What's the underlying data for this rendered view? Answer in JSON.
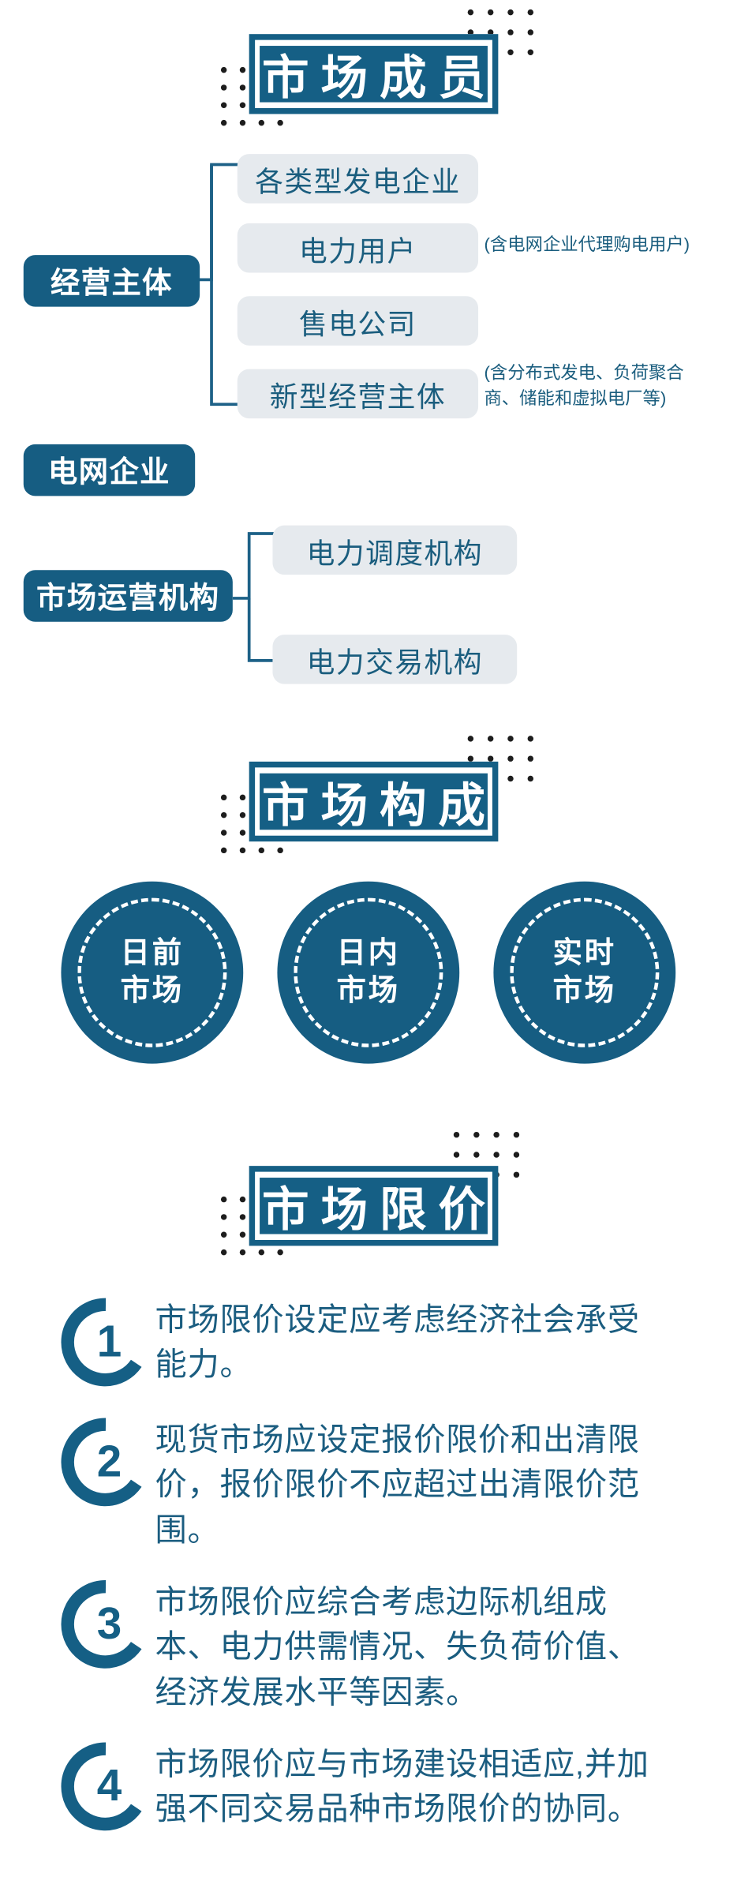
{
  "sections": [
    {
      "title": "市场成员"
    },
    {
      "title": "市场构成"
    },
    {
      "title": "市场限价"
    }
  ],
  "members": {
    "groups": [
      {
        "label": "经营主体",
        "children": [
          {
            "label": "各类型发电企业",
            "note": ""
          },
          {
            "label": "电力用户",
            "note": "(含电网企业代理购电用户)"
          },
          {
            "label": "售电公司",
            "note": ""
          },
          {
            "label": "新型经营主体",
            "note": "(含分布式发电、负荷聚合商、储能和虚拟电厂等)"
          }
        ]
      },
      {
        "label": "电网企业",
        "children": []
      },
      {
        "label": "市场运营机构",
        "children": [
          {
            "label": "电力调度机构",
            "note": ""
          },
          {
            "label": "电力交易机构",
            "note": ""
          }
        ]
      }
    ]
  },
  "composition": {
    "circles": [
      {
        "line1": "日前",
        "line2": "市场"
      },
      {
        "line1": "日内",
        "line2": "市场"
      },
      {
        "line1": "实时",
        "line2": "市场"
      }
    ]
  },
  "price_cap": {
    "items": [
      {
        "num": "1",
        "text": "市场限价设定应考虑经济社会承受能力。"
      },
      {
        "num": "2",
        "text": "现货市场应设定报价限价和出清限价，报价限价不应超过出清限价范围。"
      },
      {
        "num": "3",
        "text": "市场限价应综合考虑边际机组成本、电力供需情况、失负荷价值、经济发展水平等因素。"
      },
      {
        "num": "4",
        "text": "市场限价应与市场建设相适应,并加强不同交易品种市场限价的协同。"
      }
    ]
  },
  "colors": {
    "primary": "#165d82",
    "deep": "#155f85",
    "light_chip": "#e6eaee",
    "text_blue": "#1b5d80",
    "dot": "#1d1d1d"
  }
}
